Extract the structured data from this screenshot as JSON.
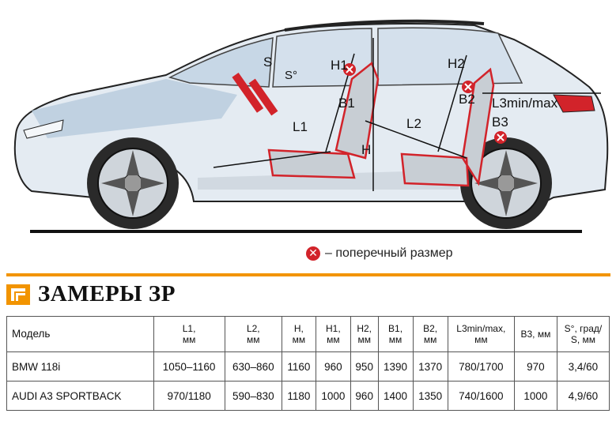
{
  "diagram": {
    "labels": {
      "S": "S",
      "S_deg": "S°",
      "H1": "H1",
      "H2": "H2",
      "H": "H",
      "B1": "B1",
      "B2": "B2",
      "B3": "B3",
      "L1": "L1",
      "L2": "L2",
      "L3": "L3min/max"
    },
    "legend_symbol": "✕",
    "legend_text": "– поперечный размер"
  },
  "section": {
    "title": "ЗАМЕРЫ ЗР",
    "icon": "ruler-icon"
  },
  "table": {
    "headers": [
      {
        "main": "Модель",
        "unit": ""
      },
      {
        "main": "L1,",
        "unit": "мм"
      },
      {
        "main": "L2,",
        "unit": "мм"
      },
      {
        "main": "H,",
        "unit": "мм"
      },
      {
        "main": "H1,",
        "unit": "мм"
      },
      {
        "main": "H2,",
        "unit": "мм"
      },
      {
        "main": "B1,",
        "unit": "мм"
      },
      {
        "main": "B2,",
        "unit": "мм"
      },
      {
        "main": "L3min/max,",
        "unit": "мм"
      },
      {
        "main": "B3, мм",
        "unit": ""
      },
      {
        "main": "S°, град/",
        "unit": "S, мм"
      }
    ],
    "rows": [
      [
        "BMW 118i",
        "1050–1160",
        "630–860",
        "1160",
        "960",
        "950",
        "1390",
        "1370",
        "780/1700",
        "970",
        "3,4/60"
      ],
      [
        "AUDI A3 SPORTBACK",
        "970/1180",
        "590–830",
        "1180",
        "1000",
        "960",
        "1400",
        "1350",
        "740/1600",
        "1000",
        "4,9/60"
      ]
    ]
  },
  "colors": {
    "accent": "#f29400",
    "mark": "#d2232a",
    "car_body": "#dfe7ef",
    "glass": "#b9cfe0"
  }
}
